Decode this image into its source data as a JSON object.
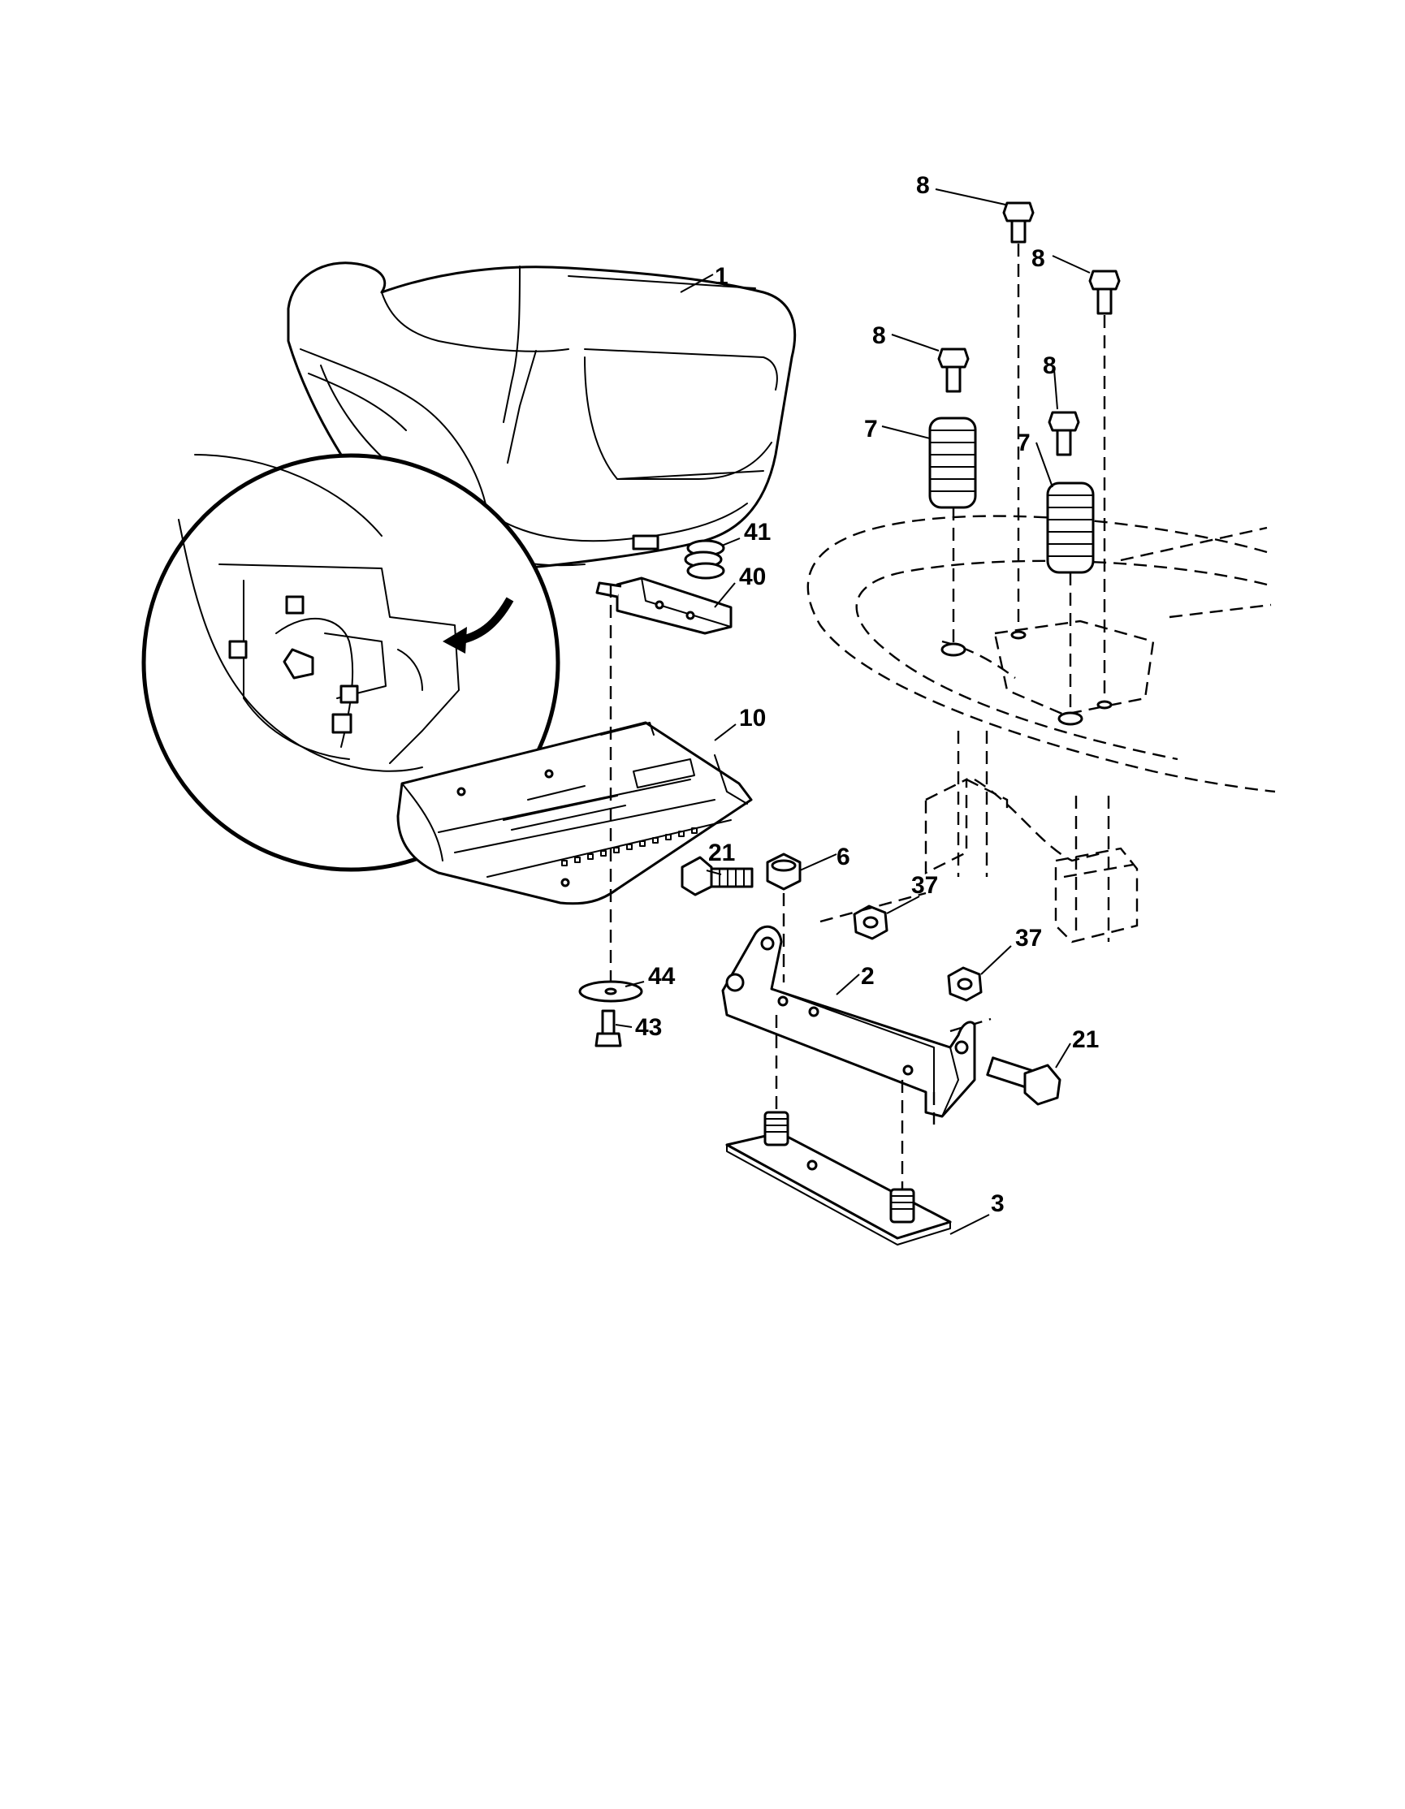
{
  "diagram": {
    "callouts": [
      {
        "id": "c1",
        "label": "1"
      },
      {
        "id": "c2",
        "label": "2"
      },
      {
        "id": "c3",
        "label": "3"
      },
      {
        "id": "c6",
        "label": "6"
      },
      {
        "id": "c7a",
        "label": "7"
      },
      {
        "id": "c7b",
        "label": "7"
      },
      {
        "id": "c8a",
        "label": "8"
      },
      {
        "id": "c8b",
        "label": "8"
      },
      {
        "id": "c8c",
        "label": "8"
      },
      {
        "id": "c8d",
        "label": "8"
      },
      {
        "id": "c10",
        "label": "10"
      },
      {
        "id": "c21a",
        "label": "21"
      },
      {
        "id": "c21b",
        "label": "21"
      },
      {
        "id": "c37a",
        "label": "37"
      },
      {
        "id": "c37b",
        "label": "37"
      },
      {
        "id": "c40",
        "label": "40"
      },
      {
        "id": "c41",
        "label": "41"
      },
      {
        "id": "c43",
        "label": "43"
      },
      {
        "id": "c44",
        "label": "44"
      }
    ]
  }
}
